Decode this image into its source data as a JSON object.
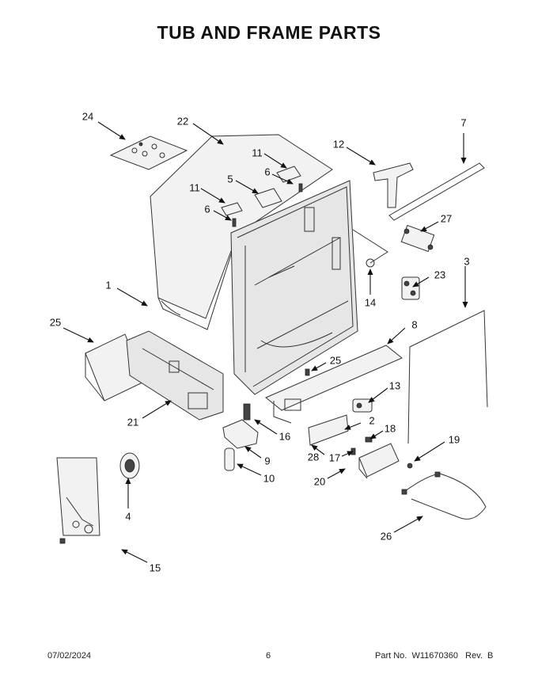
{
  "title": "TUB AND FRAME PARTS",
  "callouts": {
    "c1": "1",
    "c2": "2",
    "c3": "3",
    "c4": "4",
    "c5": "5",
    "c6a": "6",
    "c6b": "6",
    "c7": "7",
    "c8": "8",
    "c9": "9",
    "c10": "10",
    "c11a": "11",
    "c11b": "11",
    "c12": "12",
    "c13": "13",
    "c14": "14",
    "c15": "15",
    "c16": "16",
    "c17": "17",
    "c18": "18",
    "c19": "19",
    "c20": "20",
    "c21": "21",
    "c22": "22",
    "c23": "23",
    "c24": "24",
    "c25a": "25",
    "c25b": "25",
    "c26": "26",
    "c27": "27",
    "c28": "28"
  },
  "footer": {
    "date": "07/02/2024",
    "page": "6",
    "part_no": "Part No.  W11670360   Rev.  B"
  }
}
